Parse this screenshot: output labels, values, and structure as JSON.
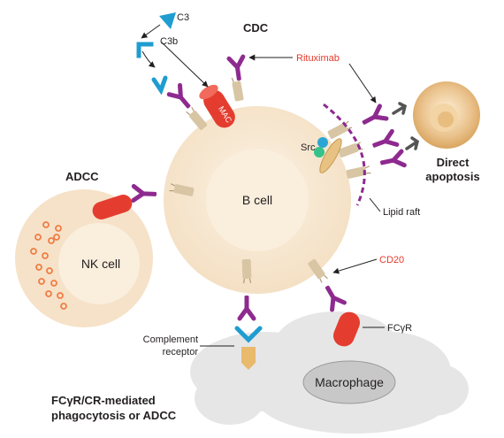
{
  "labels": {
    "c3": "C3",
    "c3b": "C3b",
    "cdc": "CDC",
    "rituximab": "Rituximab",
    "mac": "MAC",
    "src": "Src",
    "direct_apoptosis_line1": "Direct",
    "direct_apoptosis_line2": "apoptosis",
    "adcc": "ADCC",
    "b_cell": "B cell",
    "lipid_raft": "Lipid raft",
    "nk_cell": "NK cell",
    "cd20": "CD20",
    "complement_receptor_line1": "Complement",
    "complement_receptor_line2": "receptor",
    "fcgr": "FCγR",
    "macrophage": "Macrophage",
    "phagocytosis_line1": "FCγR/CR-mediated",
    "phagocytosis_line2": "phagocytosis or ADCC"
  },
  "colors": {
    "cell_fill": "#f9ecd9",
    "antibody": "#8e2a8f",
    "cd20": "#d8c5a4",
    "effector_red": "#e43d2f",
    "complement_blue": "#1f9dd0",
    "annotation_red": "#e8392b",
    "raft_purple": "#8e2a8f",
    "cloud_gray": "#e6e6e6",
    "macrophage_nucleus": "#c8c8c8",
    "apoptotic_cell": "#e7b978",
    "granule_orange": "#ef7d45"
  }
}
